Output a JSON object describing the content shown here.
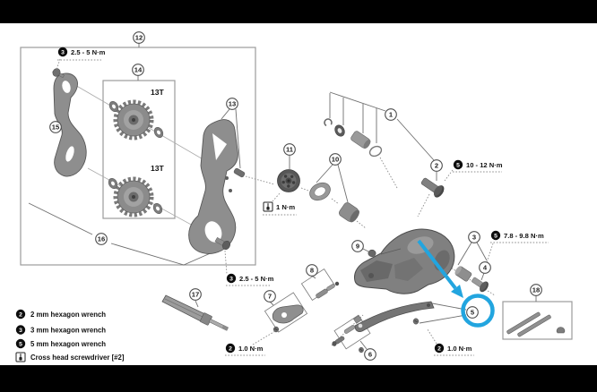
{
  "diagram": {
    "description": "Rear derailleur exploded parts diagram",
    "highlight_color": "#22a5df",
    "callouts": [
      {
        "id": "1"
      },
      {
        "id": "2"
      },
      {
        "id": "3"
      },
      {
        "id": "4"
      },
      {
        "id": "5"
      },
      {
        "id": "6"
      },
      {
        "id": "7"
      },
      {
        "id": "8"
      },
      {
        "id": "9"
      },
      {
        "id": "10"
      },
      {
        "id": "11"
      },
      {
        "id": "12"
      },
      {
        "id": "13"
      },
      {
        "id": "14"
      },
      {
        "id": "15"
      },
      {
        "id": "16"
      },
      {
        "id": "17"
      },
      {
        "id": "18"
      }
    ],
    "pulley_labels": [
      {
        "text": "13T"
      },
      {
        "text": "13T"
      }
    ],
    "torque_labels": [
      {
        "tool": "3",
        "text": "2.5 - 5 N·m"
      },
      {
        "tool": "5",
        "text": "10 - 12 N·m"
      },
      {
        "tool": "screwdriver",
        "text": "1 N·m"
      },
      {
        "tool": "3",
        "text": "2.5 - 5 N·m"
      },
      {
        "tool": "5",
        "text": "7.8 - 9.8 N·m"
      },
      {
        "tool": "2",
        "text": "1.0 N·m"
      },
      {
        "tool": "2",
        "text": "1.0 N·m"
      }
    ],
    "legend": [
      {
        "tool": "2",
        "label": "2 mm hexagon wrench"
      },
      {
        "tool": "3",
        "label": "3 mm hexagon wrench"
      },
      {
        "tool": "5",
        "label": "5 mm hexagon wrench"
      },
      {
        "tool": "screwdriver",
        "label": "Cross head screwdriver [#2]"
      }
    ]
  }
}
